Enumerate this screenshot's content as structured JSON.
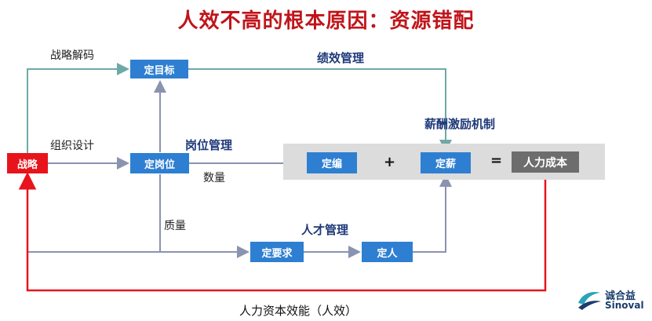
{
  "title": "人效不高的根本原因：资源错配",
  "nodes": {
    "strategy": "战略",
    "set_goal": "定目标",
    "set_post": "定岗位",
    "set_quota": "定编",
    "set_salary": "定薪",
    "labor_cost": "人力成本",
    "set_requirement": "定要求",
    "set_person": "定人"
  },
  "edge_labels": {
    "strategy_decoding": "战略解码",
    "org_design": "组织设计",
    "quantity": "数量",
    "quality": "质量"
  },
  "section_headings": {
    "performance_mgmt": "绩效管理",
    "post_mgmt": "岗位管理",
    "compensation": "薪酬激励机制",
    "talent_mgmt": "人才管理"
  },
  "operators": {
    "plus": "+",
    "equals": "="
  },
  "bottom_label": "人力资本效能（人效）",
  "logo": {
    "cn": "诚合益",
    "en": "Sinoval"
  },
  "colors": {
    "title": "#c0151b",
    "box_blue": "#2e7fd1",
    "box_red": "#e8141b",
    "box_gray": "#6d6d6d",
    "line_teal": "#6fa9a6",
    "line_gray": "#8a93b0",
    "line_red": "#e8141b"
  }
}
